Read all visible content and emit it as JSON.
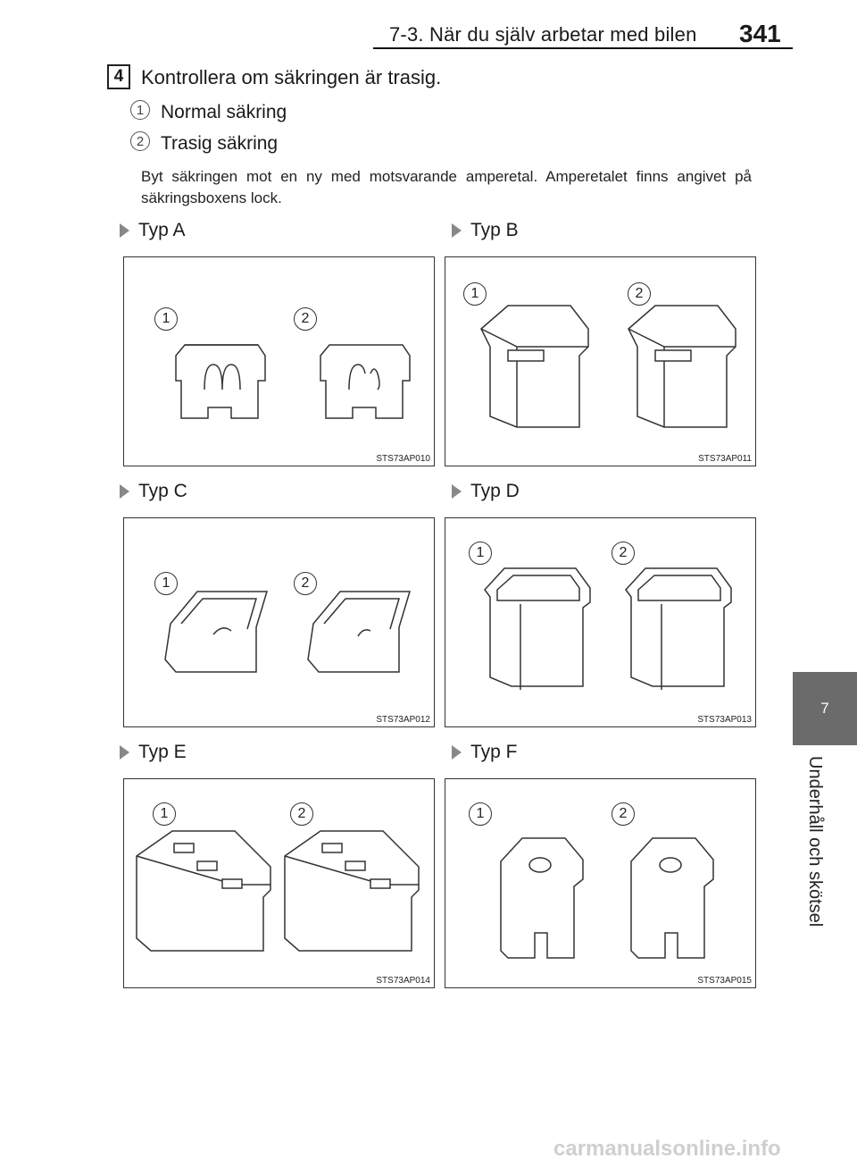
{
  "header": {
    "section_title": "7-3. När du själv arbetar med bilen",
    "page_number": "341"
  },
  "side_tab": {
    "chapter_number": "7",
    "chapter_title": "Underhåll och skötsel"
  },
  "step": {
    "number": "4",
    "text": "Kontrollera om säkringen är trasig."
  },
  "items": [
    {
      "number": "1",
      "label": "Normal säkring"
    },
    {
      "number": "2",
      "label": "Trasig säkring"
    }
  ],
  "description": "Byt säkringen mot en ny med motsvarande amperetal. Amperetalet finns angivet på säkringsboxens lock.",
  "figures": [
    {
      "type_label": "Typ A",
      "code": "STS73AP010",
      "callouts": [
        "1",
        "2"
      ]
    },
    {
      "type_label": "Typ B",
      "code": "STS73AP011",
      "callouts": [
        "1",
        "2"
      ]
    },
    {
      "type_label": "Typ C",
      "code": "STS73AP012",
      "callouts": [
        "1",
        "2"
      ]
    },
    {
      "type_label": "Typ D",
      "code": "STS73AP013",
      "callouts": [
        "1",
        "2"
      ]
    },
    {
      "type_label": "Typ E",
      "code": "STS73AP014",
      "callouts": [
        "1",
        "2"
      ]
    },
    {
      "type_label": "Typ F",
      "code": "STS73AP015",
      "callouts": [
        "1",
        "2"
      ]
    }
  ],
  "watermark": "carmanualsonline.info",
  "colors": {
    "side_tab": "#6b6b6b",
    "triangle": "#888888"
  }
}
